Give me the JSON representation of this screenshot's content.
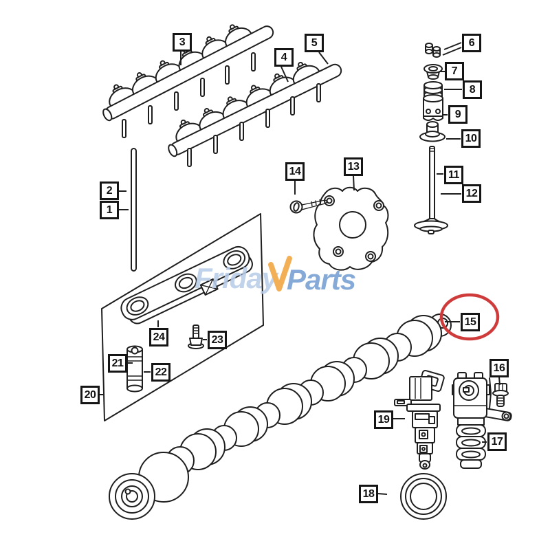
{
  "watermark": {
    "word1": "Friday",
    "word2": "Parts",
    "word1_color": "#b8cde9",
    "word2_color": "#769fd2",
    "check_color": "#f2a43f"
  },
  "colors": {
    "line": "#1e1e1e",
    "highlight": "#cf3b3b",
    "label_border": "#151515",
    "background": "#ffffff"
  },
  "highlighted_callout": "15",
  "callouts": [
    {
      "number": "1"
    },
    {
      "number": "2"
    },
    {
      "number": "3"
    },
    {
      "number": "4"
    },
    {
      "number": "5"
    },
    {
      "number": "6"
    },
    {
      "number": "7"
    },
    {
      "number": "8"
    },
    {
      "number": "9"
    },
    {
      "number": "10"
    },
    {
      "number": "11"
    },
    {
      "number": "12"
    },
    {
      "number": "13"
    },
    {
      "number": "14"
    },
    {
      "number": "15"
    },
    {
      "number": "16"
    },
    {
      "number": "17"
    },
    {
      "number": "18"
    },
    {
      "number": "19"
    },
    {
      "number": "20"
    },
    {
      "number": "21"
    },
    {
      "number": "22"
    },
    {
      "number": "23"
    },
    {
      "number": "24"
    }
  ]
}
